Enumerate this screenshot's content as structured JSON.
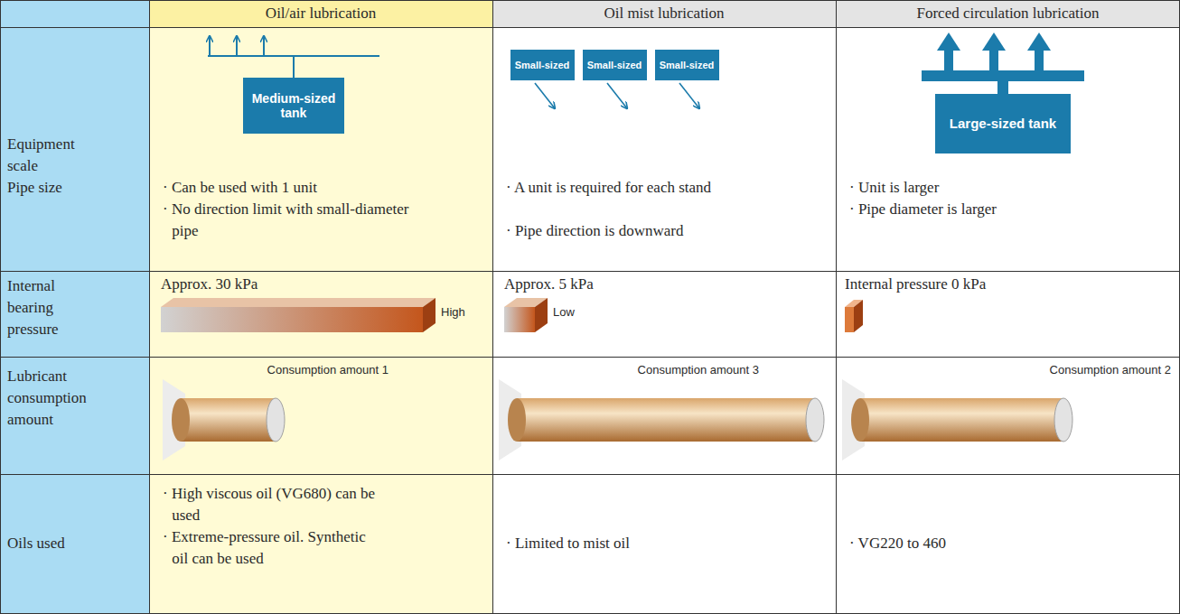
{
  "diagram": {
    "nodes": [
      {
        "text": [
          "Medium-sized tank"
        ]
      },
      {
        "text": [
          "Small-sized"
        ]
      },
      {
        "text": [
          "Small-sized"
        ]
      },
      {
        "text": [
          "Small-sized"
        ]
      },
      {
        "text": [
          "Large-sized tank"
        ]
      }
    ],
    "labels": [
      "Oil/air lubrication",
      "Oil mist lubrication",
      "Forced circulation lubrication",
      "Equipment scale",
      "Pipe size",
      "· Can be used with 1 unit",
      "· No direction limit with small-diameter pipe",
      "· A unit is required for each stand",
      "· Pipe direction is downward",
      "· Unit is larger",
      "· Pipe diameter is larger",
      "Internal bearing pressure",
      "Approx. 30 kPa",
      "High",
      "Approx. 5 kPa",
      "Low",
      "Internal pressure 0 kPa",
      "Lubricant consumption amount",
      "Consumption amount 1",
      "Consumption amount 3",
      "Consumption amount 2",
      "Oils used",
      "· High viscous oil (VG680) can be used",
      "· Extreme-pressure oil. Synthetic oil can be used",
      "· Limited to mist oil",
      "· VG220 to 460"
    ]
  }
}
